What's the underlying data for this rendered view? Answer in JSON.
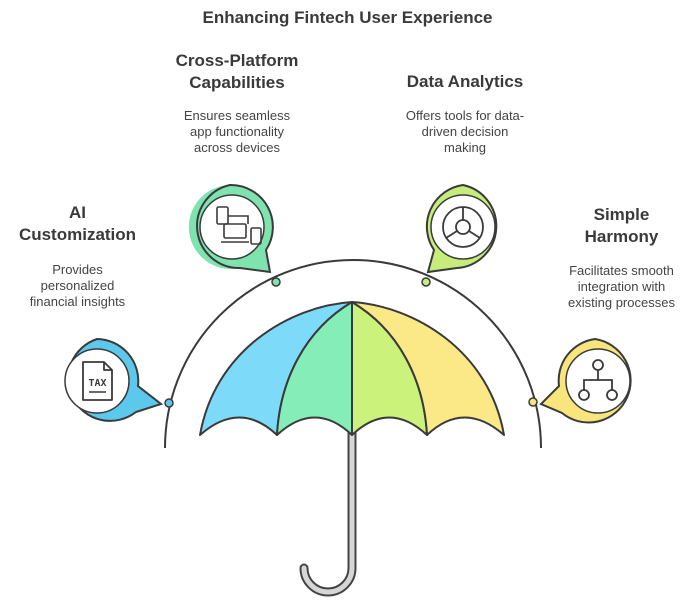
{
  "title": "Enhancing Fintech User Experience",
  "items": [
    {
      "heading_line1": "AI",
      "heading_line2": "Customization",
      "desc_line1": "Provides",
      "desc_line2": "personalized",
      "desc_line3": "financial insights",
      "icon_text": "TAX",
      "color": "#5CC8EC"
    },
    {
      "heading_line1": "Cross-Platform",
      "heading_line2": "Capabilities",
      "desc_line1": "Ensures seamless",
      "desc_line2": "app functionality",
      "desc_line3": "across devices",
      "color": "#7EE3AE"
    },
    {
      "heading_line1": "Data Analytics",
      "heading_line2": "",
      "desc_line1": "Offers tools for data-",
      "desc_line2": "driven decision",
      "desc_line3": "making",
      "color": "#C6EC7C"
    },
    {
      "heading_line1": "Simple",
      "heading_line2": "Harmony",
      "desc_line1": "Facilitates smooth",
      "desc_line2": "integration with",
      "desc_line3": "existing processes",
      "color": "#F8E57C"
    }
  ],
  "umbrella_colors": [
    "#7DDAF8",
    "#84EDB8",
    "#CBF27A",
    "#FBE886"
  ]
}
